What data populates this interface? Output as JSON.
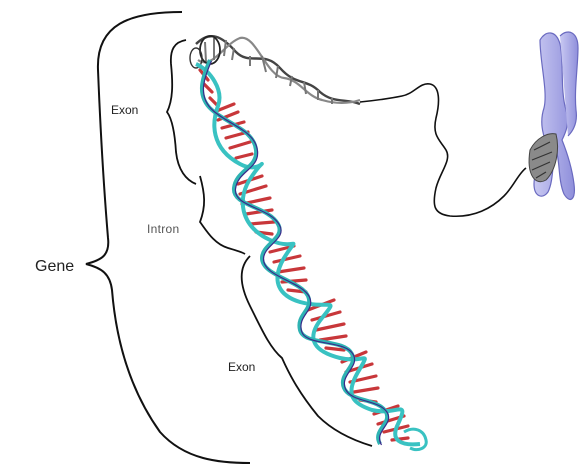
{
  "labels": {
    "exon_top": "Exon",
    "intron": "Intron",
    "gene": "Gene",
    "exon_bottom": "Exon"
  },
  "colors": {
    "backbone": "#39c2c2",
    "backbone_dark": "#3a2a8a",
    "rungs": "#c8373a",
    "far_helix": "#555555",
    "chromosome": "#9a9ae0",
    "outline": "#111111"
  }
}
